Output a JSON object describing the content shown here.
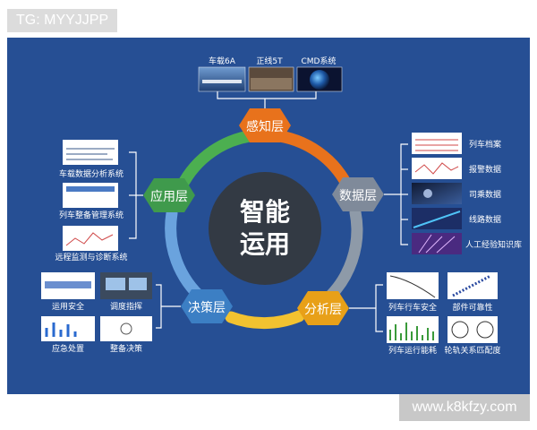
{
  "watermark_top": "TG: MYYJJPP",
  "watermark_bottom": "www.k8kfzy.com",
  "center": {
    "line1": "智能",
    "line2": "运用"
  },
  "layers": {
    "perception": "感知层",
    "data": "数据层",
    "analysis": "分析层",
    "decision": "决策层",
    "application": "应用层"
  },
  "perception_items": [
    "车载6A",
    "正线5T",
    "CMD系统"
  ],
  "data_items": [
    "列车档案",
    "报警数据",
    "司乘数据",
    "线路数据",
    "人工经验知识库"
  ],
  "analysis_items": [
    "列车行车安全",
    "部件可靠性",
    "列车运行能耗",
    "轮轨关系匹配度"
  ],
  "decision_items": [
    "运用安全",
    "调度指挥",
    "应急处置",
    "整备决策"
  ],
  "application_items": [
    "车载数据分析系统",
    "列车整备管理系统",
    "远程监测与诊断系统"
  ],
  "colors": {
    "panel": "#264f94",
    "orange": "#e8721c",
    "gray_hex": "#7f8a9a",
    "blue_hex": "#3c7fc4",
    "green_hex": "#3f9a4c",
    "center": "#333a44"
  }
}
